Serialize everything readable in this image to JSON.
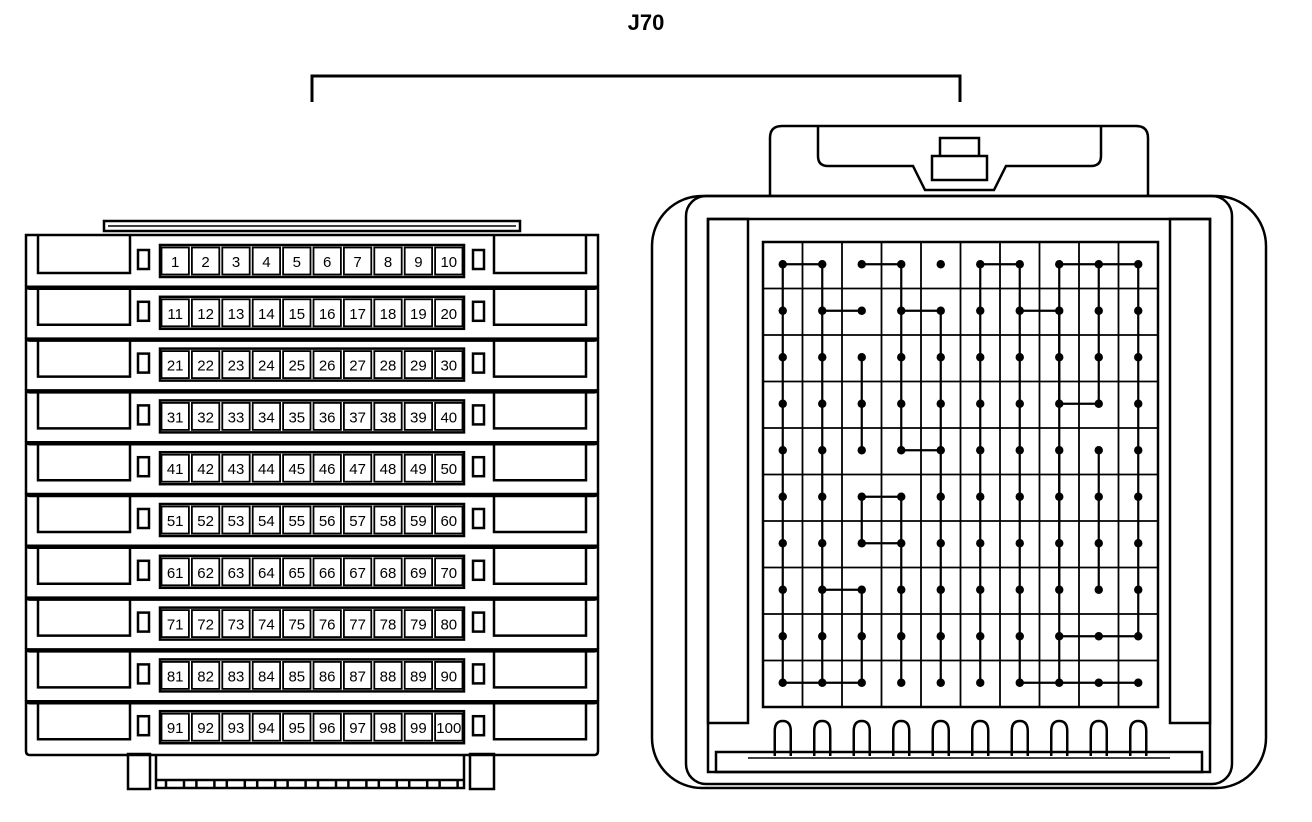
{
  "connector": {
    "title": "J70"
  },
  "colors": {
    "line": "#000000",
    "background": "#ffffff"
  },
  "pin_rows": [
    [
      "1",
      "2",
      "3",
      "4",
      "5",
      "6",
      "7",
      "8",
      "9",
      "10"
    ],
    [
      "11",
      "12",
      "13",
      "14",
      "15",
      "16",
      "17",
      "18",
      "19",
      "20"
    ],
    [
      "21",
      "22",
      "23",
      "24",
      "25",
      "26",
      "27",
      "28",
      "29",
      "30"
    ],
    [
      "31",
      "32",
      "33",
      "34",
      "35",
      "36",
      "37",
      "38",
      "39",
      "40"
    ],
    [
      "41",
      "42",
      "43",
      "44",
      "45",
      "46",
      "47",
      "48",
      "49",
      "50"
    ],
    [
      "51",
      "52",
      "53",
      "54",
      "55",
      "56",
      "57",
      "58",
      "59",
      "60"
    ],
    [
      "61",
      "62",
      "63",
      "64",
      "65",
      "66",
      "67",
      "68",
      "69",
      "70"
    ],
    [
      "71",
      "72",
      "73",
      "74",
      "75",
      "76",
      "77",
      "78",
      "79",
      "80"
    ],
    [
      "81",
      "82",
      "83",
      "84",
      "85",
      "86",
      "87",
      "88",
      "89",
      "90"
    ],
    [
      "91",
      "92",
      "93",
      "94",
      "95",
      "96",
      "97",
      "98",
      "99",
      "100"
    ]
  ],
  "terminal_grid": {
    "columns": 10,
    "rows": 10
  }
}
